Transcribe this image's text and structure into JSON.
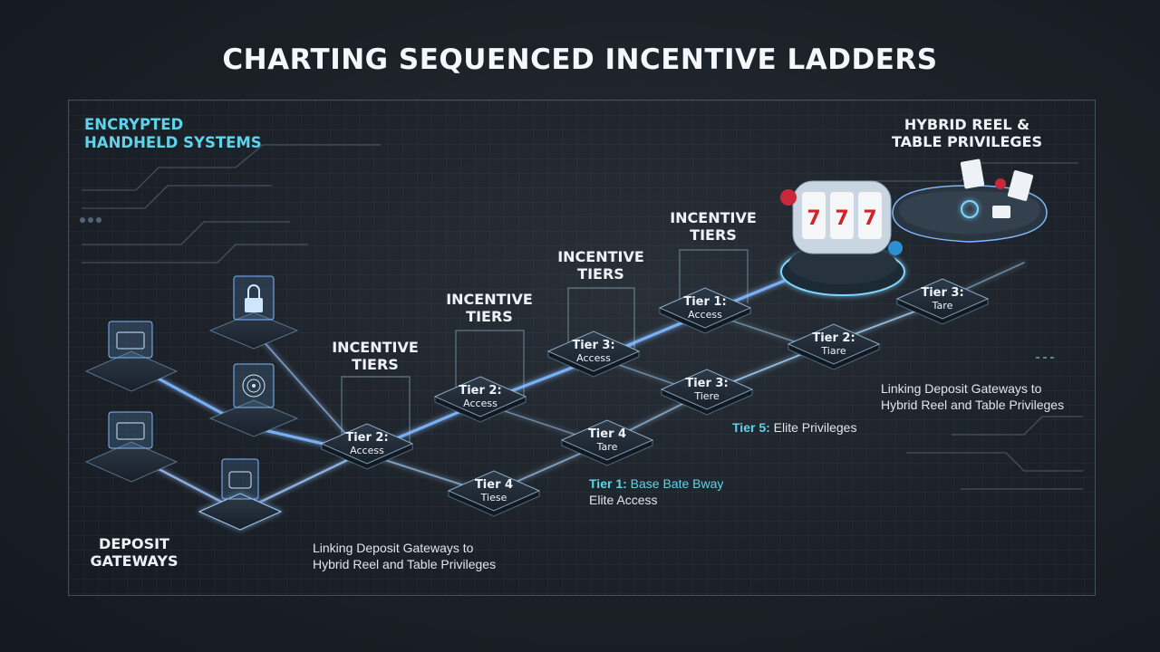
{
  "title": "CHARTING SEQUENCED INCENTIVE LADDERS",
  "labels": {
    "encrypted_line1": "ENCRYPTED",
    "encrypted_line2": "HANDHELD SYSTEMS",
    "deposit_line1": "DEPOSIT",
    "deposit_line2": "GATEWAYS",
    "hybrid_line1": "HYBRID REEL &",
    "hybrid_line2": "TABLE PRIVILEGES",
    "incentive_line1": "INCENTIVE",
    "incentive_line2": "TIERS"
  },
  "tiles": [
    {
      "line1": "Tier 2:",
      "line2": "Access"
    },
    {
      "line1": "Tier 2:",
      "line2": "Access"
    },
    {
      "line1": "Tier 3:",
      "line2": "Access"
    },
    {
      "line1": "Tier 1:",
      "line2": "Access"
    },
    {
      "line1": "Tier 4",
      "line2": "Tiese"
    },
    {
      "line1": "Tier 4",
      "line2": "Tare"
    },
    {
      "line1": "Tier 3:",
      "line2": "Tiere"
    },
    {
      "line1": "Tier 2:",
      "line2": "Tiare"
    },
    {
      "line1": "Tier 3:",
      "line2": "Tare"
    }
  ],
  "captions": {
    "bottom_line1": "Linking Deposit Gateways to",
    "bottom_line2": "Hybrid Reel and Table Privileges",
    "right_line1": "Linking Deposit Gateways to",
    "right_line2": "Hybrid Reel and Table Privileges",
    "tier5_label": "Tier 5:",
    "tier5_text": "Elite Privileges",
    "tier1_label": "Tier 1:",
    "tier1_text": "Base Bate Bway",
    "tier1_line2": "Elite Access"
  },
  "colors": {
    "accent": "#5fd3ea",
    "glow": "#7fb8ff",
    "tile": "#1f2a36"
  },
  "icons": [
    "credit-card-icon",
    "credit-card-icon",
    "lock-icon",
    "fingerprint-icon",
    "wallet-icon",
    "slot-machine-icon",
    "card-table-icon"
  ]
}
